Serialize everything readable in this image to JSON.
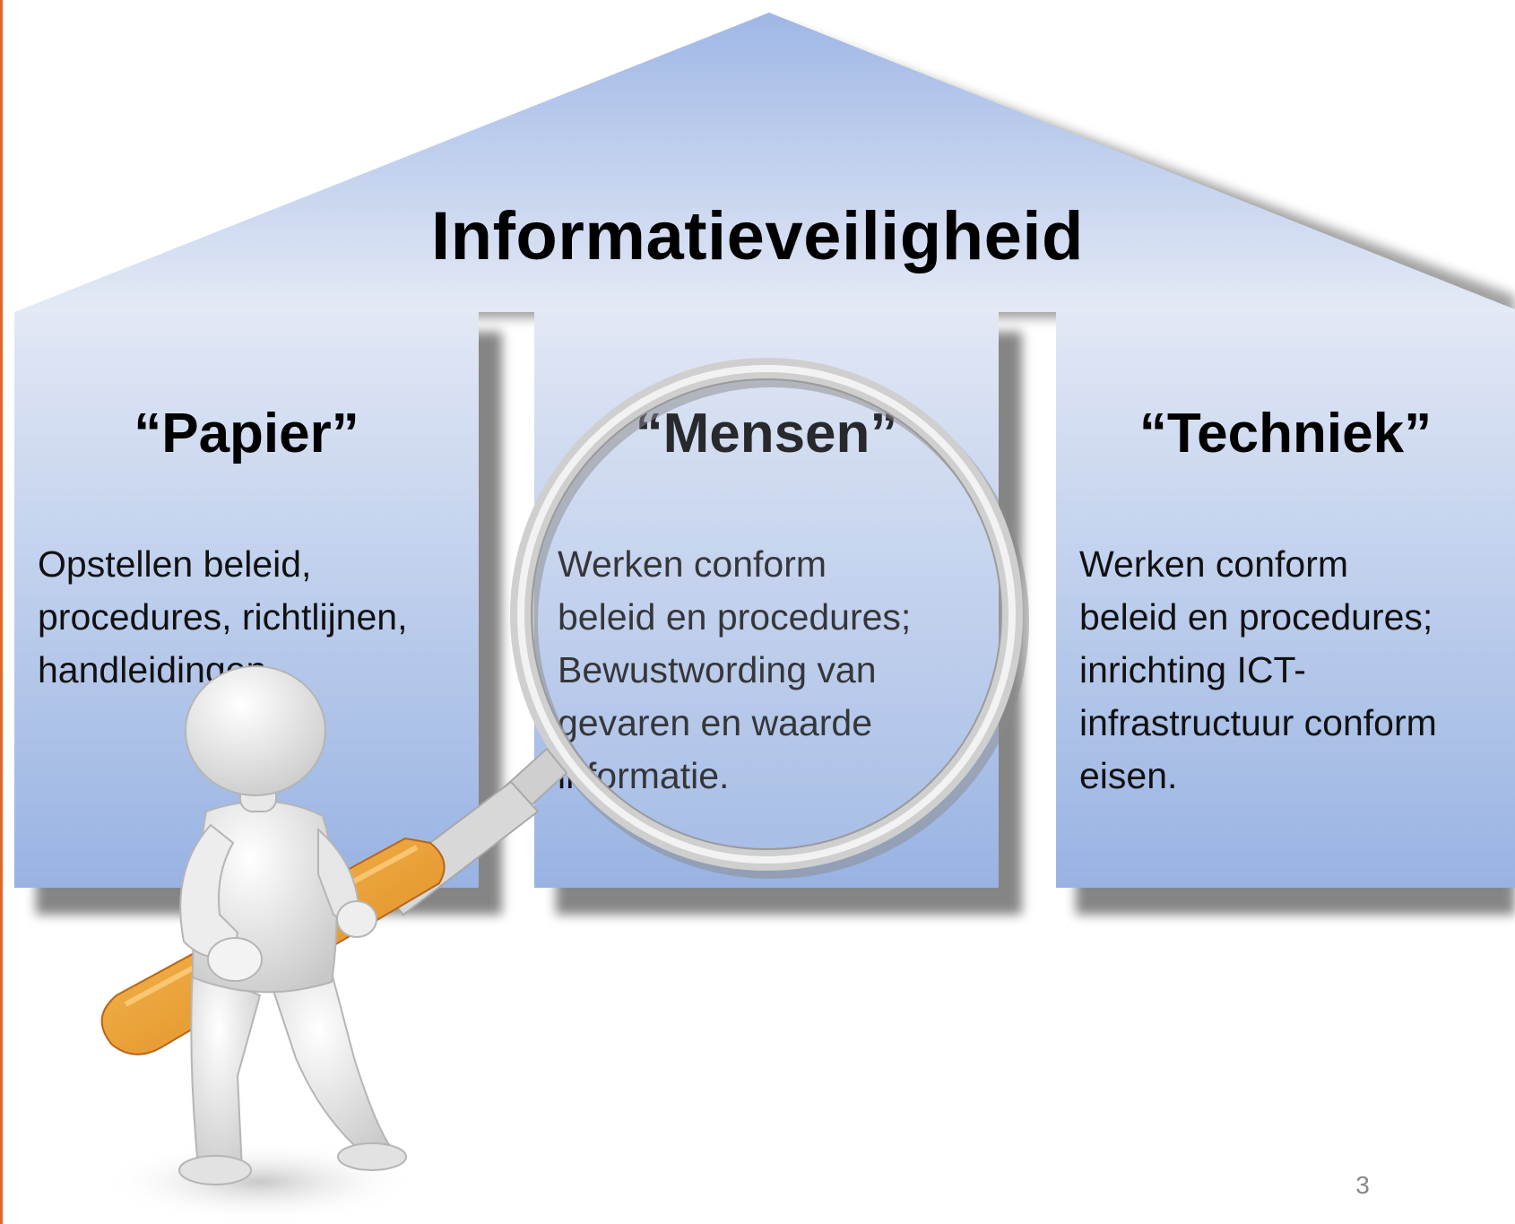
{
  "title": "Informatieveiligheid",
  "pillars": [
    {
      "heading": "“Papier”",
      "body": "Opstellen beleid,\nprocedures, richtlijnen,\nhandleidingen."
    },
    {
      "heading": "“Mensen”",
      "body": "Werken conform\nbeleid en procedures;\nBewustwording van\ngevaren en waarde\ninformatie."
    },
    {
      "heading": "“Techniek”",
      "body": "Werken conform\nbeleid en procedures;\ninrichting ICT-\ninfrastructuur conform\neisen."
    }
  ],
  "page_number": "3",
  "colors": {
    "pillar_top": "#dde5f3",
    "pillar_bottom": "#9db6e4",
    "accent_rule": "#e0662a",
    "handle": "#f0a030"
  },
  "figure": {
    "character": "3d-person-figure",
    "tool": "magnifying-glass-icon"
  }
}
